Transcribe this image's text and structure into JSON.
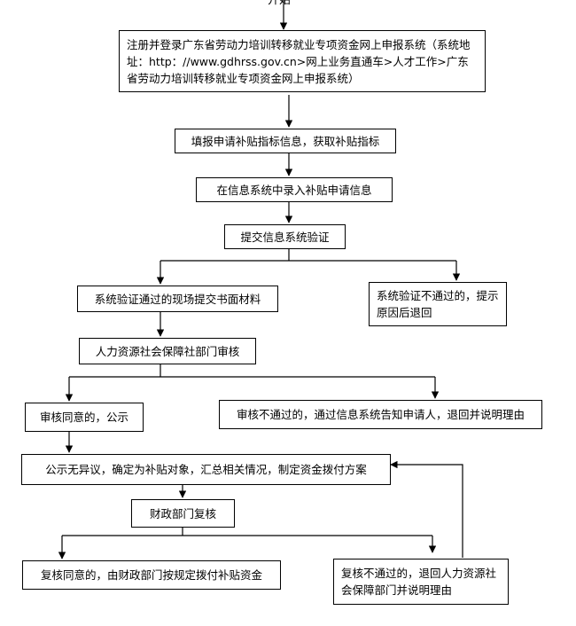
{
  "top_fragment": "开始",
  "nodes": {
    "register": "注册并登录广东省劳动力培训转移就业专项资金网上申报系统（系统地址：http：//www.gdhrss.gov.cn>网上业务直通车>人才工作>广东省劳动力培训转移就业专项资金网上申报系统）",
    "fill_indicator": "填报申请补贴指标信息，获取补贴指标",
    "enter_info": "在信息系统中录入补贴申请信息",
    "submit_verify": "提交信息系统验证",
    "verify_pass": "系统验证通过的现场提交书面材料",
    "verify_fail": "系统验证不通过的，提示原因后退回",
    "hr_review": "人力资源社会保障社部门审核",
    "review_pass": "审核同意的，公示",
    "review_fail": "审核不通过的，通过信息系统告知申请人，退回并说明理由",
    "publicity": "公示无异议，确定为补贴对象，汇总相关情况，制定资金拨付方案",
    "finance_recheck": "财政部门复核",
    "recheck_pass": "复核同意的，由财政部门按规定拨付补贴资金",
    "recheck_fail": "复核不通过的，退回人力资源社会保障部门并说明理由"
  }
}
